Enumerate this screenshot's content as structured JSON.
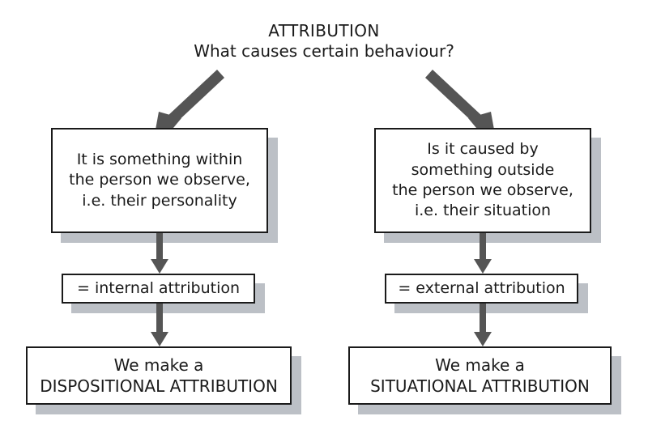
{
  "diagram": {
    "title": {
      "heading": "ATTRIBUTION",
      "question": "What causes certain behaviour?"
    },
    "colors": {
      "box_border": "#1a1a1a",
      "box_fill": "#ffffff",
      "shadow": "#bcc0c6",
      "arrow": "#555555",
      "text": "#1a1a1a",
      "background": "#ffffff"
    },
    "branches": [
      {
        "id": "internal",
        "premise": "It is something within\nthe person we observe,\ni.e. their personality",
        "label": "= internal attribution",
        "conclusion": "We make a\nDISPOSITIONAL ATTRIBUTION"
      },
      {
        "id": "external",
        "premise": "Is it caused by\nsomething outside\nthe person we observe,\ni.e. their situation",
        "label": "= external attribution",
        "conclusion": "We make a\nSITUATIONAL ATTRIBUTION"
      }
    ],
    "connectors": [
      {
        "name": "title-to-internal-premise",
        "kind": "diagonal-arrow"
      },
      {
        "name": "title-to-external-premise",
        "kind": "diagonal-arrow"
      },
      {
        "name": "internal-premise-to-label",
        "kind": "vertical-arrow"
      },
      {
        "name": "internal-label-to-conclusion",
        "kind": "vertical-arrow"
      },
      {
        "name": "external-premise-to-label",
        "kind": "vertical-arrow"
      },
      {
        "name": "external-label-to-conclusion",
        "kind": "vertical-arrow"
      }
    ]
  }
}
